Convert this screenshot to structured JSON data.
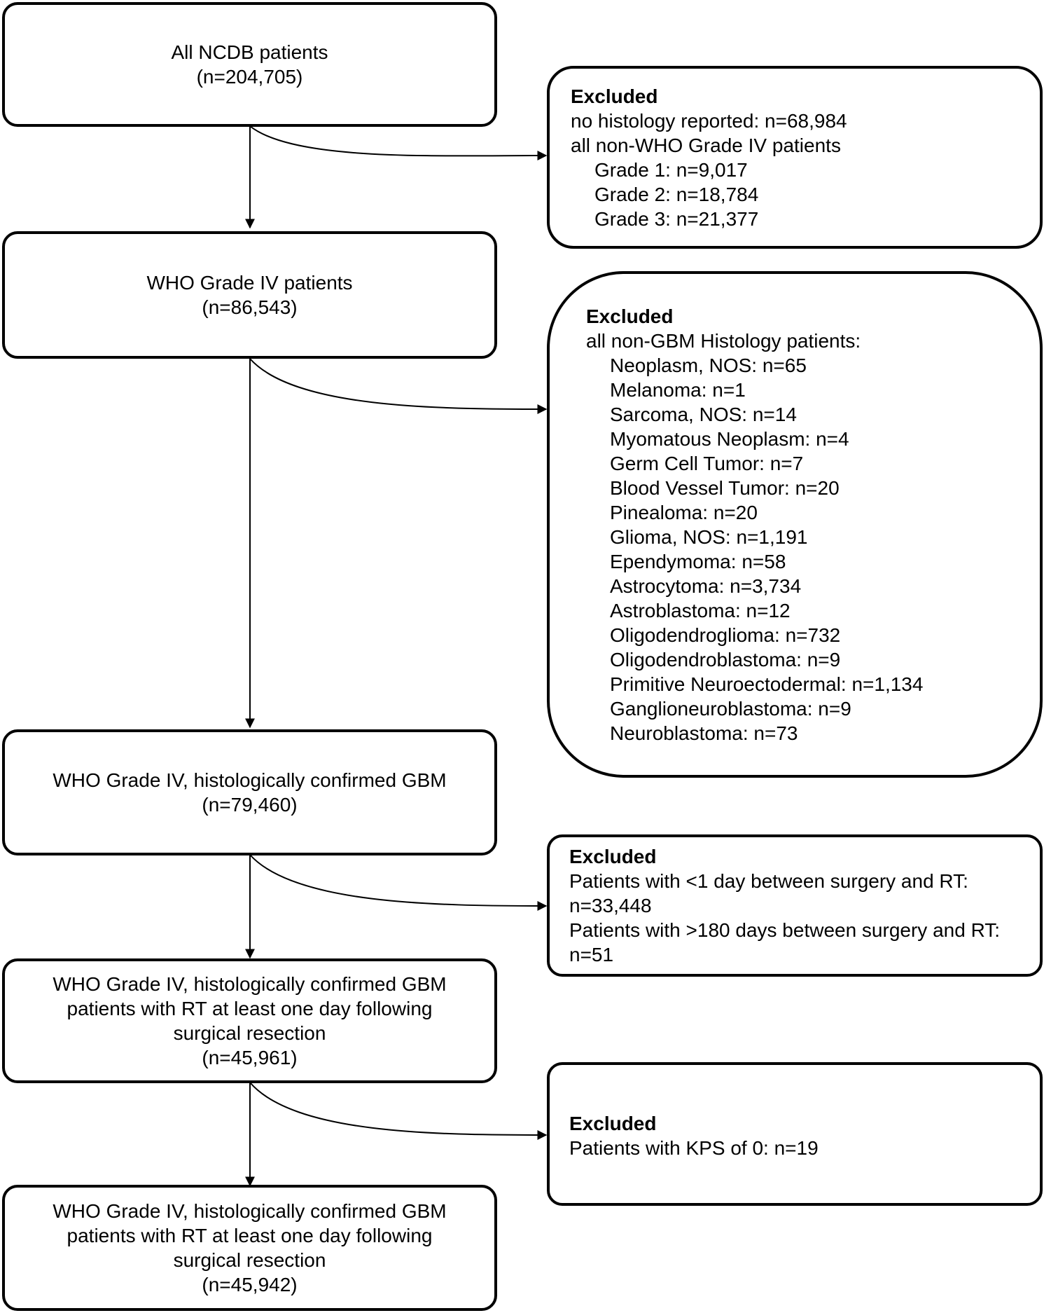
{
  "main_boxes": [
    {
      "lines": [
        "All NCDB patients",
        "(n=204,705)"
      ]
    },
    {
      "lines": [
        "WHO Grade IV patients",
        "(n=86,543)"
      ]
    },
    {
      "lines": [
        "WHO Grade IV, histologically confirmed GBM",
        "(n=79,460)"
      ]
    },
    {
      "lines": [
        "WHO Grade IV, histologically confirmed GBM",
        "patients with RT at least one day following",
        "surgical resection",
        "(n=45,961)"
      ]
    },
    {
      "lines": [
        "WHO Grade IV, histologically confirmed GBM",
        "patients with RT at least one day following",
        "surgical resection",
        "(n=45,942)"
      ]
    }
  ],
  "excluded_boxes": [
    {
      "heading": "Excluded",
      "lines": [
        "no histology reported: n=68,984",
        "all non-WHO Grade IV patients"
      ],
      "sub_items": [
        "Grade 1: n=9,017",
        "Grade 2: n=18,784",
        "Grade 3: n=21,377"
      ]
    },
    {
      "heading": "Excluded",
      "lines": [
        "all non-GBM Histology patients:"
      ],
      "sub_items": [
        "Neoplasm, NOS: n=65",
        "Melanoma: n=1",
        "Sarcoma, NOS: n=14",
        "Myomatous Neoplasm: n=4",
        "Germ Cell Tumor: n=7",
        "Blood Vessel Tumor: n=20",
        "Pinealoma: n=20",
        "Glioma, NOS: n=1,191",
        "Ependymoma: n=58",
        "Astrocytoma: n=3,734",
        "Astroblastoma: n=12",
        "Oligodendroglioma: n=732",
        "Oligodendroblastoma: n=9",
        "Primitive Neuroectodermal: n=1,134",
        "Ganglioneuroblastoma: n=9",
        "Neuroblastoma: n=73"
      ]
    },
    {
      "heading": "Excluded",
      "lines": [
        "Patients with <1 day between surgery and RT:",
        "n=33,448",
        "Patients with >180 days between surgery and RT:",
        "n=51"
      ],
      "sub_items": []
    },
    {
      "heading": "Excluded",
      "lines": [
        "Patients with KPS of 0: n=19"
      ],
      "sub_items": []
    }
  ]
}
